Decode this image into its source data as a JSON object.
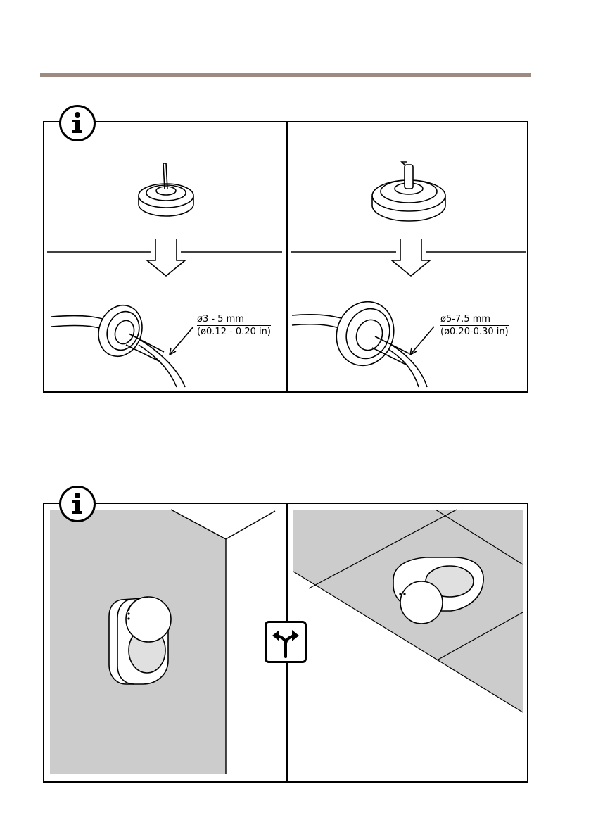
{
  "page": {
    "rule_color": "#9b8b80"
  },
  "panel1": {
    "info_icon": "info-icon",
    "left": {
      "dim_label": "ø3 - 5 mm",
      "dim_label_in": "(ø0.12 - 0.20 in)"
    },
    "right": {
      "dim_label": "ø5-7.5 mm",
      "dim_label_in": "(ø0.20-0.30 in)"
    }
  },
  "panel2": {
    "info_icon": "info-icon",
    "option_icon": "split-arrow-icon",
    "left_image": "wall-mounted-sensor",
    "right_image": "ceiling-mounted-sensor",
    "wall_color": "#cccccc"
  }
}
